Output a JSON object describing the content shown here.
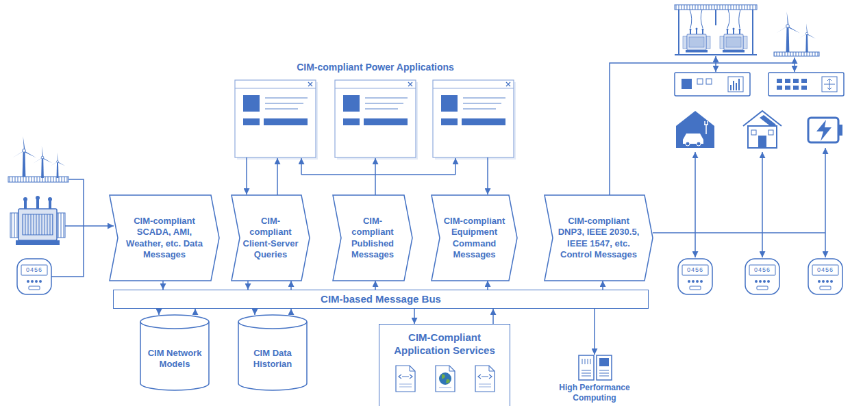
{
  "diagram": {
    "nodes": [
      {
        "text": [
          "CIM-compliant SCADA, AMI, Weather, etc. Data Messages"
        ]
      },
      {
        "text": [
          "CIM-compliant Client-Server Queries"
        ]
      },
      {
        "text": [
          "CIM-compliant Published Messages"
        ]
      },
      {
        "text": [
          "CIM-compliant Equipment Command Messages"
        ]
      },
      {
        "text": [
          "CIM-compliant DNP3, IEEE 2030.5, IEEE 1547, etc. Control Messages"
        ]
      },
      {
        "text": [
          "CIM-based Message Bus"
        ]
      },
      {
        "text": [
          "CIM Network Models"
        ]
      },
      {
        "text": [
          "CIM Data Historian"
        ]
      },
      {
        "text": [
          "CIM-Compliant Application Services"
        ]
      },
      {
        "text": [
          "High Performance Computing"
        ]
      }
    ],
    "edges": [
      {
        "from": 0,
        "to": 5,
        "arrow": "to"
      },
      {
        "from": 1,
        "to": 5,
        "arrow": "to"
      },
      {
        "from": 5,
        "to": 1,
        "arrow": "to"
      },
      {
        "from": 5,
        "to": 2,
        "arrow": "to"
      },
      {
        "from": 5,
        "to": 3,
        "arrow": "to"
      },
      {
        "from": 5,
        "to": 4,
        "arrow": "to"
      },
      {
        "from": 5,
        "to": 6,
        "arrow": "to"
      },
      {
        "from": 6,
        "to": 5,
        "arrow": "to"
      },
      {
        "from": 5,
        "to": 7,
        "arrow": "to"
      },
      {
        "from": 7,
        "to": 5,
        "arrow": "to"
      },
      {
        "from": 5,
        "to": 8,
        "arrow": "to"
      },
      {
        "from": 8,
        "to": 5,
        "arrow": "to"
      },
      {
        "from": 5,
        "to": 9,
        "arrow": "to"
      }
    ],
    "labels": [
      "CIM-compliant Power Applications",
      "0456",
      "0456",
      "0456",
      "0456"
    ]
  }
}
